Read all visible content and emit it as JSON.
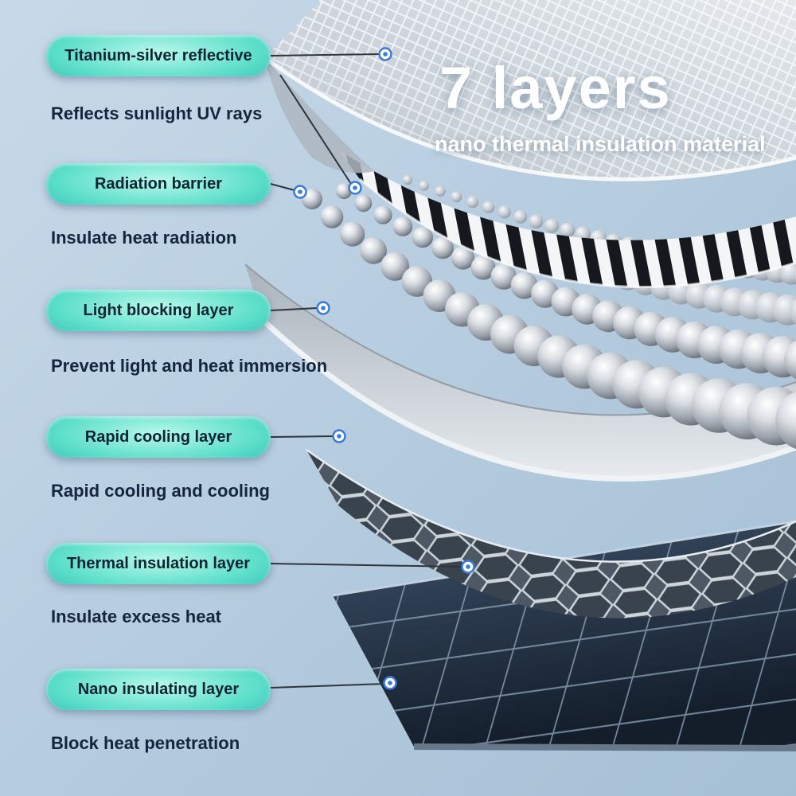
{
  "title": {
    "heading": "7 layers",
    "subheading": "nano thermal insulation material"
  },
  "layers": [
    {
      "label": "Titanium-silver reflective",
      "description": "Reflects sunlight UV rays"
    },
    {
      "label": "Radiation barrier",
      "description": "Insulate heat radiation"
    },
    {
      "label": "Light blocking layer",
      "description": "Prevent light and heat immersion"
    },
    {
      "label": "Rapid cooling layer",
      "description": "Rapid cooling and cooling"
    },
    {
      "label": "Thermal insulation layer",
      "description": "Insulate excess heat"
    },
    {
      "label": "Nano insulating layer",
      "description": "Block heat penetration"
    }
  ],
  "icons": {
    "callout_dot": "white ring with blue center dot"
  },
  "illustration_layer_names": [
    "woven-reflective-sheet",
    "perforated-film-strip",
    "metallic-bead-array",
    "smooth-cooling-sheet",
    "honeycomb-mesh",
    "dark-grid-panel"
  ],
  "colors": {
    "background": "#b7cde0",
    "title_text": "#ffffff",
    "pill_gradient": [
      "#b8f8ea",
      "#5adec9",
      "#1b9aa6",
      "#0b6a74"
    ],
    "pill_text": "#0c2433",
    "description_text": "#14253d",
    "callout_line": "#2e353d",
    "callout_dot_ring": "#3a7bd5"
  }
}
